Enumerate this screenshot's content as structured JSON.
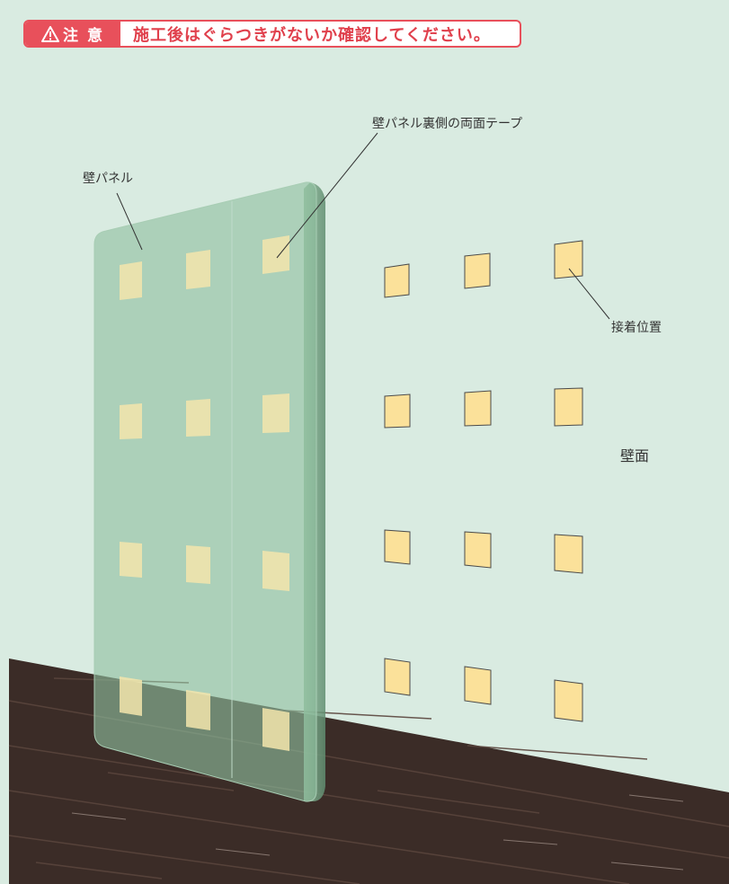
{
  "notice": {
    "tag": "注 意",
    "message": "施工後はぐらつきがないか確認してください。",
    "icon": "warning-triangle-icon"
  },
  "labels": {
    "wall_panel": "壁パネル",
    "panel_back_tape": "壁パネル裏側の両面テープ",
    "adhesion_position": "接着位置",
    "wall_surface": "壁面"
  },
  "colors": {
    "wall": "#d9ebe1",
    "floor": "#3b2c27",
    "panel": "#8fc09f",
    "tape_pad": "#fbe19a",
    "caution": "#e8505b"
  }
}
